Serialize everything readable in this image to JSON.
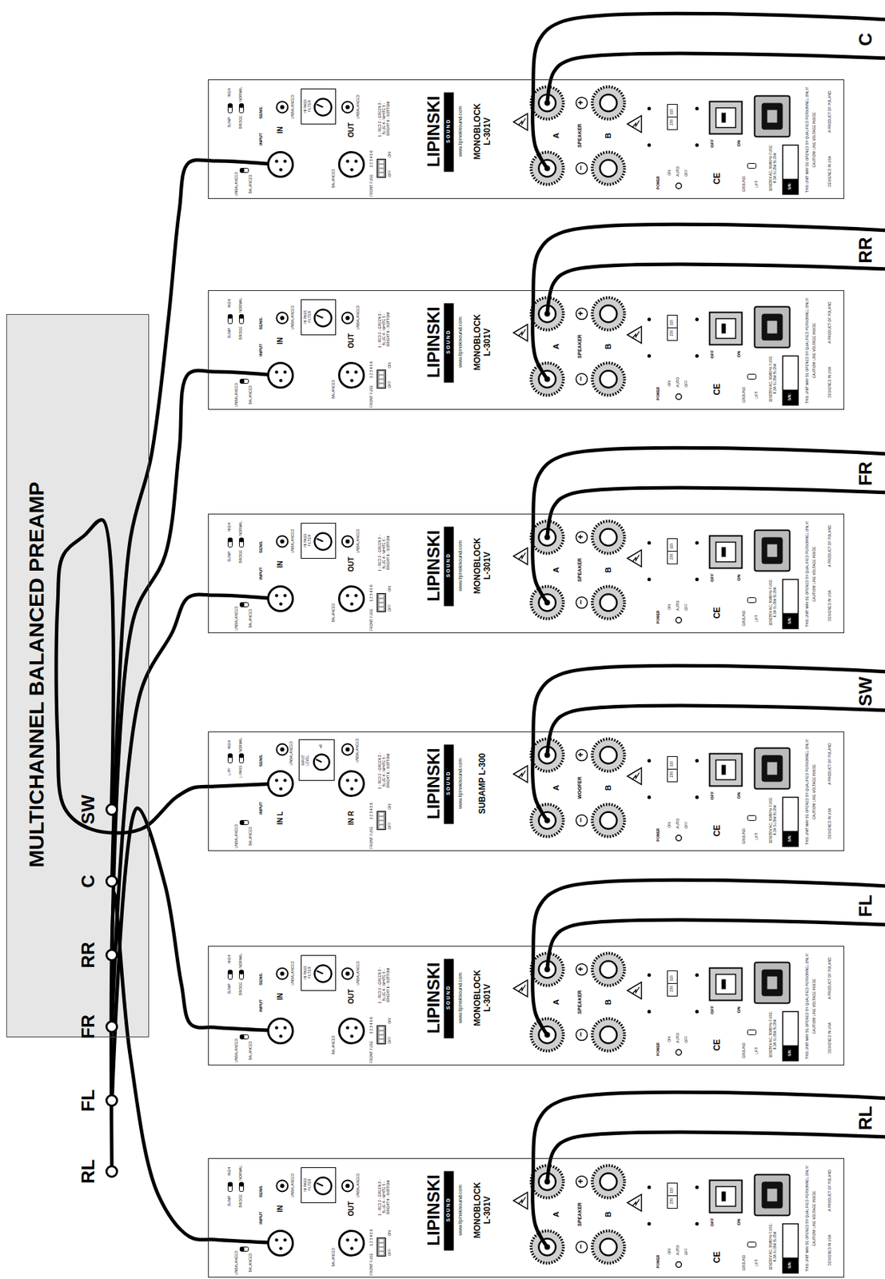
{
  "diagram": {
    "nodes": [
      {
        "text": [
          "MULTICHANNEL BALANCED PREAMP"
        ]
      },
      {
        "text": [
          "RL"
        ],
        "in": 0
      },
      {
        "text": [
          "FL"
        ],
        "in": 0
      },
      {
        "text": [
          "FR"
        ],
        "in": 0
      },
      {
        "text": [
          "RR"
        ],
        "in": 0
      },
      {
        "text": [
          "C"
        ],
        "in": 0
      },
      {
        "text": [
          "SW"
        ],
        "in": 0
      },
      {
        "text": [
          "HIGH",
          "BUMP",
          "NORMAL",
          "BRIDGE",
          "SENS.",
          "INPUT",
          "UNBALANCED",
          "BALANCED",
          "UNBALANCED",
          "HI PASS FILTER",
          "UNBALANCED",
          "BALANCED",
          "FRONT FUSE",
          "ON",
          "OFF",
          "1 2 3 4 5 6",
          "1 - RED 2 - GREEN 3 - BLUE 4 - WHITE 5 - BRIGHT 6 - BOTTOM",
          "LIPINSKI",
          "S O U N D",
          "www.lipinskisound.com",
          "MONOBLOCK L-301V",
          "A",
          "SPEAKER",
          "B",
          "+",
          "−",
          "115",
          "230",
          "POWER",
          "ON",
          "AUTO",
          "OFF",
          "OFF",
          "ON",
          "CE",
          "GROUND",
          "LIFT",
          "S/N:",
          "115/230V AC, 50/60Hz FUSE: 6.3A SLOW BLOW",
          "THIS UNIT MAY BE OPENED BY QUALIFIED PERSONNEL ONLY!",
          "CAUTION! LINE VOLTAGE INSIDE",
          "DESIGNED IN USA",
          "A PRODUCT OF POLAND"
        ]
      },
      {
        "text": [
          "IN"
        ],
        "in": 7
      },
      {
        "text": [
          "OUT"
        ],
        "in": 7
      },
      {
        "text": [
          "HIGH",
          "BUMP",
          "NORMAL",
          "BRIDGE",
          "SENS.",
          "INPUT",
          "UNBALANCED",
          "BALANCED",
          "UNBALANCED",
          "HI PASS FILTER",
          "UNBALANCED",
          "BALANCED",
          "FRONT FUSE",
          "ON",
          "OFF",
          "1 2 3 4 5 6",
          "1 - RED 2 - GREEN 3 - BLUE 4 - WHITE 5 - BRIGHT 6 - BOTTOM",
          "LIPINSKI",
          "S O U N D",
          "www.lipinskisound.com",
          "MONOBLOCK L-301V",
          "A",
          "SPEAKER",
          "B",
          "+",
          "−",
          "115",
          "230",
          "POWER",
          "ON",
          "AUTO",
          "OFF",
          "OFF",
          "ON",
          "CE",
          "GROUND",
          "LIFT",
          "S/N:",
          "115/230V AC, 50/60Hz FUSE: 6.3A SLOW BLOW",
          "THIS UNIT MAY BE OPENED BY QUALIFIED PERSONNEL ONLY!",
          "CAUTION! LINE VOLTAGE INSIDE",
          "DESIGNED IN USA",
          "A PRODUCT OF POLAND"
        ]
      },
      {
        "text": [
          "IN"
        ],
        "in": 10
      },
      {
        "text": [
          "OUT"
        ],
        "in": 10
      },
      {
        "text": [
          "HIGH",
          "L-PF",
          "NORMAL",
          "L-PASS",
          "SENS.",
          "INPUT",
          "UNBALANCED",
          "BALANCED",
          "UNBALANCED",
          "INPUT LEVEL",
          "+6",
          "UNBALANCED",
          "FRONT FUSE",
          "ON",
          "OFF",
          "1 2 3 4 5 6",
          "1 - RED 2 - GREEN 3 - BLUE 4 - WHITE 5 - BRIGHT 6 - BOTTOM",
          "LIPINSKI",
          "S O U N D",
          "www.lipinskisound.com",
          "SUBAMP L-300",
          "A",
          "WOOFER",
          "B",
          "+",
          "−",
          "115",
          "230",
          "POWER",
          "ON",
          "AUTO",
          "OFF",
          "OFF",
          "ON",
          "CE",
          "GROUND",
          "LIFT",
          "S/N:",
          "115/230V AC, 50/60Hz FUSE: 6.3A SLOW BLOW",
          "THIS UNIT MAY BE OPENED BY QUALIFIED PERSONNEL ONLY!",
          "CAUTION! LINE VOLTAGE INSIDE",
          "DESIGNED IN USA",
          "A PRODUCT OF POLAND"
        ]
      },
      {
        "text": [
          "IN L"
        ],
        "in": 13
      },
      {
        "text": [
          "IN R"
        ],
        "in": 13
      },
      {
        "text": [
          "HIGH",
          "BUMP",
          "NORMAL",
          "BRIDGE",
          "SENS.",
          "INPUT",
          "UNBALANCED",
          "BALANCED",
          "UNBALANCED",
          "HI PASS FILTER",
          "UNBALANCED",
          "BALANCED",
          "FRONT FUSE",
          "ON",
          "OFF",
          "1 2 3 4 5 6",
          "1 - RED 2 - GREEN 3 - BLUE 4 - WHITE 5 - BRIGHT 6 - BOTTOM",
          "LIPINSKI",
          "S O U N D",
          "www.lipinskisound.com",
          "MONOBLOCK L-301V",
          "A",
          "SPEAKER",
          "B",
          "+",
          "−",
          "115",
          "230",
          "POWER",
          "ON",
          "AUTO",
          "OFF",
          "OFF",
          "ON",
          "CE",
          "GROUND",
          "LIFT",
          "S/N:",
          "115/230V AC, 50/60Hz FUSE: 6.3A SLOW BLOW",
          "THIS UNIT MAY BE OPENED BY QUALIFIED PERSONNEL ONLY!",
          "CAUTION! LINE VOLTAGE INSIDE",
          "DESIGNED IN USA",
          "A PRODUCT OF POLAND"
        ]
      },
      {
        "text": [
          "IN"
        ],
        "in": 16
      },
      {
        "text": [
          "OUT"
        ],
        "in": 16
      },
      {
        "text": [
          "HIGH",
          "BUMP",
          "NORMAL",
          "BRIDGE",
          "SENS.",
          "INPUT",
          "UNBALANCED",
          "BALANCED",
          "UNBALANCED",
          "HI PASS FILTER",
          "UNBALANCED",
          "BALANCED",
          "FRONT FUSE",
          "ON",
          "OFF",
          "1 2 3 4 5 6",
          "1 - RED 2 - GREEN 3 - BLUE 4 - WHITE 5 - BRIGHT 6 - BOTTOM",
          "LIPINSKI",
          "S O U N D",
          "www.lipinskisound.com",
          "MONOBLOCK L-301V",
          "A",
          "SPEAKER",
          "B",
          "+",
          "−",
          "115",
          "230",
          "POWER",
          "ON",
          "AUTO",
          "OFF",
          "OFF",
          "ON",
          "CE",
          "GROUND",
          "LIFT",
          "S/N:",
          "115/230V AC, 50/60Hz FUSE: 6.3A SLOW BLOW",
          "THIS UNIT MAY BE OPENED BY QUALIFIED PERSONNEL ONLY!",
          "CAUTION! LINE VOLTAGE INSIDE",
          "DESIGNED IN USA",
          "A PRODUCT OF POLAND"
        ]
      },
      {
        "text": [
          "IN"
        ],
        "in": 19
      },
      {
        "text": [
          "OUT"
        ],
        "in": 19
      },
      {
        "text": [
          "HIGH",
          "BUMP",
          "NORMAL",
          "BRIDGE",
          "SENS.",
          "INPUT",
          "UNBALANCED",
          "BALANCED",
          "UNBALANCED",
          "HI PASS FILTER",
          "UNBALANCED",
          "BALANCED",
          "FRONT FUSE",
          "ON",
          "OFF",
          "1 2 3 4 5 6",
          "1 - RED 2 - GREEN 3 - BLUE 4 - WHITE 5 - BRIGHT 6 - BOTTOM",
          "LIPINSKI",
          "S O U N D",
          "www.lipinskisound.com",
          "MONOBLOCK L-301V",
          "A",
          "SPEAKER",
          "B",
          "+",
          "−",
          "115",
          "230",
          "POWER",
          "ON",
          "AUTO",
          "OFF",
          "OFF",
          "ON",
          "CE",
          "GROUND",
          "LIFT",
          "S/N:",
          "115/230V AC, 50/60Hz FUSE: 6.3A SLOW BLOW",
          "THIS UNIT MAY BE OPENED BY QUALIFIED PERSONNEL ONLY!",
          "CAUTION! LINE VOLTAGE INSIDE",
          "DESIGNED IN USA",
          "A PRODUCT OF POLAND"
        ]
      },
      {
        "text": [
          "IN"
        ],
        "in": 22
      },
      {
        "text": [
          "OUT"
        ],
        "in": 22
      }
    ],
    "edges": [
      {
        "from": 1,
        "to": 8,
        "arrow": "none"
      },
      {
        "from": 2,
        "to": 11,
        "arrow": "none"
      },
      {
        "from": 3,
        "to": 17,
        "arrow": "none"
      },
      {
        "from": 4,
        "to": 20,
        "arrow": "none"
      },
      {
        "from": 5,
        "to": 23,
        "arrow": "none"
      },
      {
        "from": 6,
        "to": 14,
        "arrow": "none"
      }
    ],
    "labels": [
      "RL",
      "FL",
      "SW",
      "FR",
      "RR",
      "C"
    ]
  }
}
